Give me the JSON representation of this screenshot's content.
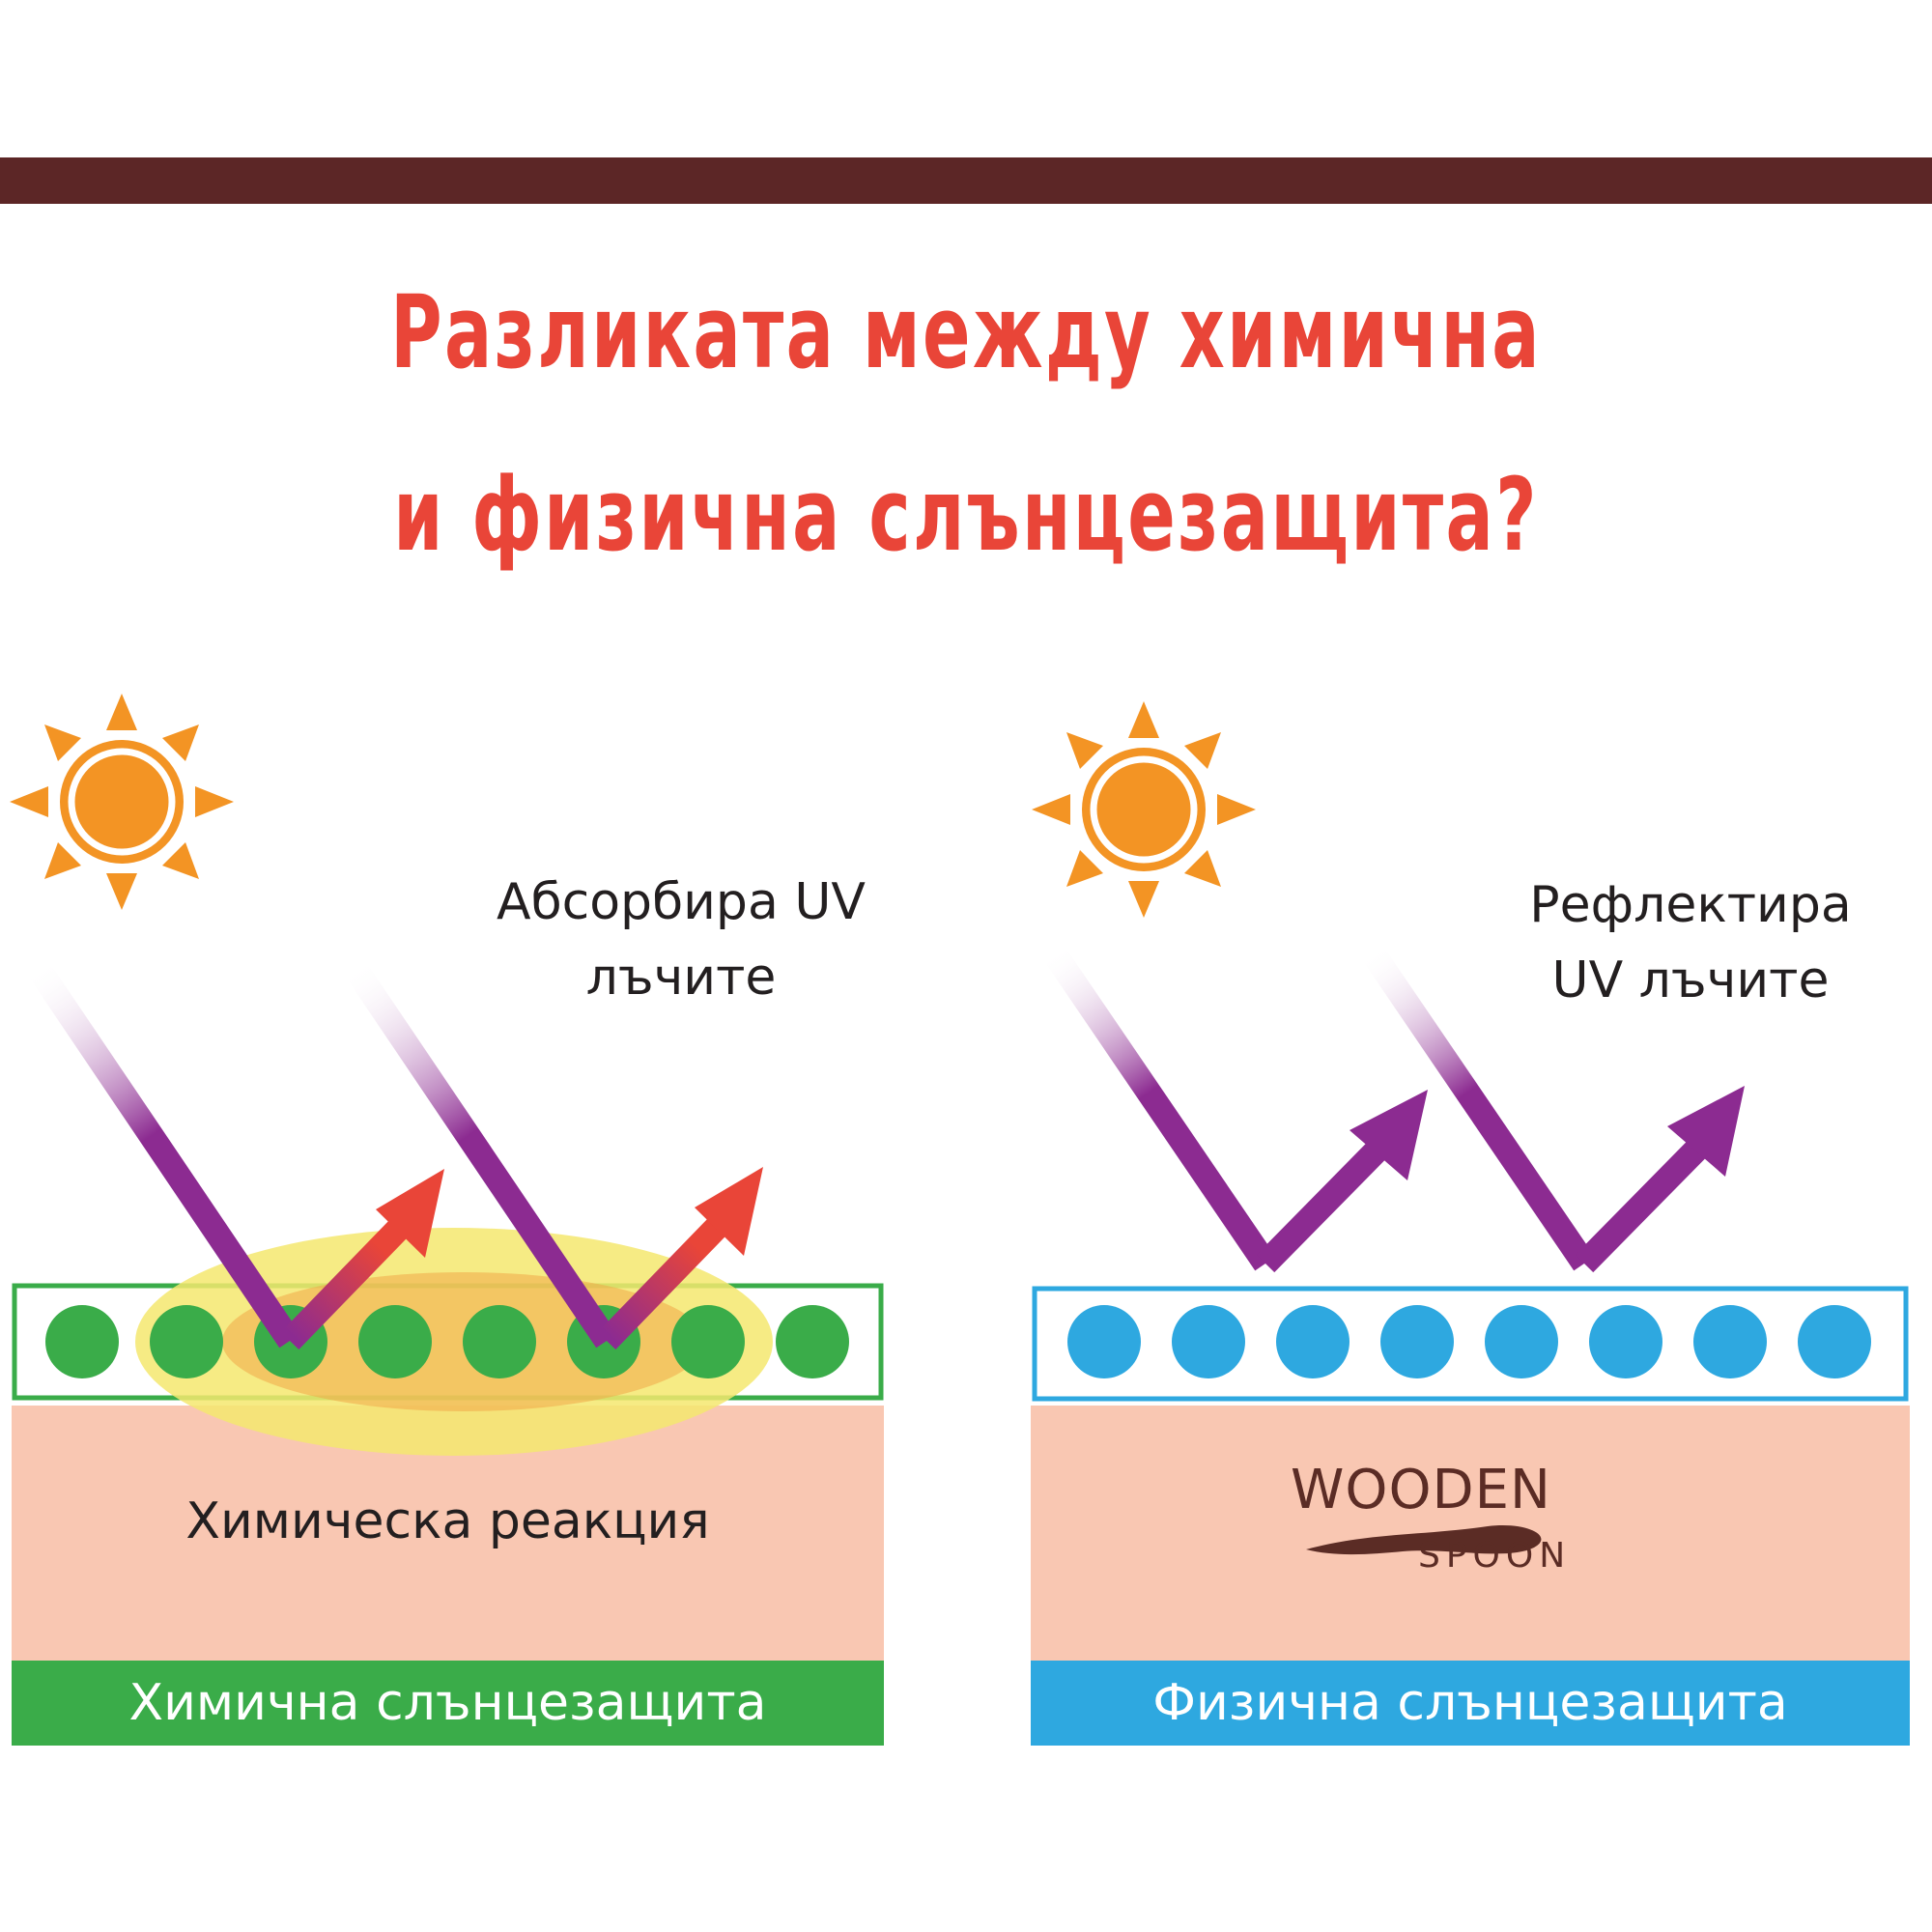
{
  "title": {
    "line1": "Разликата между химична",
    "line2": "и физична слънцезащита?"
  },
  "colors": {
    "header_bar": "#5c2626",
    "title_text": "#e94538",
    "sun": "#f39424",
    "uv_ray": "#8c2b91",
    "heat_arrow": "#e94538",
    "chemical_green": "#3aac49",
    "physical_blue": "#2ea8e0",
    "skin": "#f9c7b2",
    "glow": "#f4e76e"
  },
  "chemical": {
    "caption_line1": "Абсорбира UV",
    "caption_line2": "лъчите",
    "reaction_label": "Химическа реакция",
    "bar_label": "Химична слънцезащита",
    "sun_icon": "sun-icon"
  },
  "physical": {
    "caption_line1": "Рефлектира",
    "caption_line2": "UV лъчите",
    "bar_label": "Физична слънцезащита",
    "sun_icon": "sun-icon",
    "logo_line1": "WOODEN",
    "logo_line2": "SPOON"
  }
}
